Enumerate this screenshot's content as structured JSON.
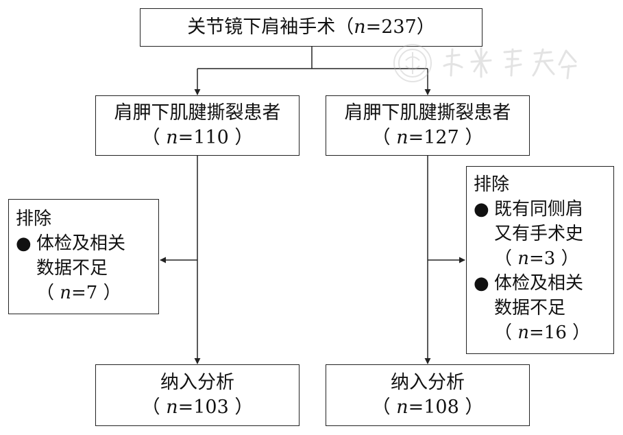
{
  "top": {
    "label": "关节镜下肩袖手术",
    "n_prefix": "（",
    "n_var": "n",
    "n_value": "=237",
    "n_suffix": "）"
  },
  "left_group": {
    "label": "肩胛下肌腱撕裂患者",
    "n_prefix": "（ ",
    "n_var": "n",
    "n_value": "=110",
    "n_suffix": " ）"
  },
  "right_group": {
    "label": "肩胛下肌腱撕裂患者",
    "n_prefix": "（ ",
    "n_var": "n",
    "n_value": "=127",
    "n_suffix": " ）"
  },
  "left_exclusion": {
    "title": "排除",
    "items": [
      {
        "bullet": "●",
        "lines": [
          "体检及相关",
          "数据不足"
        ],
        "n_prefix": "（ ",
        "n_var": "n",
        "n_value": "=7",
        "n_suffix": " ）"
      }
    ]
  },
  "right_exclusion": {
    "title": "排除",
    "items": [
      {
        "bullet": "●",
        "lines": [
          "既有同侧肩",
          "又有手术史"
        ],
        "n_prefix": "（ ",
        "n_var": "n",
        "n_value": "=3",
        "n_suffix": " ）"
      },
      {
        "bullet": "●",
        "lines": [
          "体检及相关",
          "数据不足"
        ],
        "n_prefix": "（ ",
        "n_var": "n",
        "n_value": "=16",
        "n_suffix": " ）"
      }
    ]
  },
  "left_final": {
    "label": "纳入分析",
    "n_prefix": "（ ",
    "n_var": "n",
    "n_value": "=103",
    "n_suffix": " ）"
  },
  "right_final": {
    "label": "纳入分析",
    "n_prefix": "（ ",
    "n_var": "n",
    "n_value": "=108",
    "n_suffix": " ）"
  },
  "watermark": {
    "text": "中華醫學會",
    "color": "#b0b0b0"
  },
  "colors": {
    "line": "#222222",
    "text": "#111111"
  }
}
